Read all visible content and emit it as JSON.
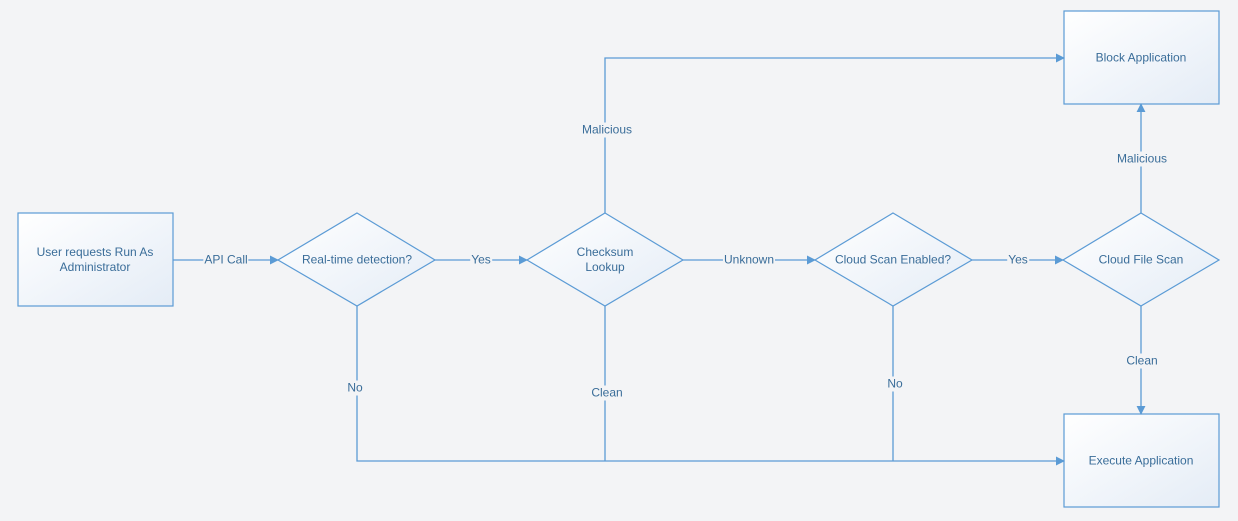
{
  "colors": {
    "background": "#f3f4f6",
    "stroke": "#5b9bd5",
    "node_fill_start": "#ffffff",
    "node_fill_end": "#e4ecf6",
    "text": "#3a6d99"
  },
  "nodes": {
    "start": {
      "label": "User requests Run As Administrator"
    },
    "realtime": {
      "label": "Real-time detection?"
    },
    "checksum": {
      "label": "Checksum Lookup"
    },
    "cloudEnabled": {
      "label": "Cloud Scan Enabled?"
    },
    "cloudScan": {
      "label": "Cloud File Scan"
    },
    "block": {
      "label": "Block Application"
    },
    "execute": {
      "label": "Execute Application"
    }
  },
  "edges": {
    "api_call": "API Call",
    "yes_realtime": "Yes",
    "unknown": "Unknown",
    "yes_cloud": "Yes",
    "malicious_checksum": "Malicious",
    "malicious_cloud": "Malicious",
    "clean_cloud": "Clean",
    "no_realtime": "No",
    "clean_checksum": "Clean",
    "no_cloud": "No"
  }
}
